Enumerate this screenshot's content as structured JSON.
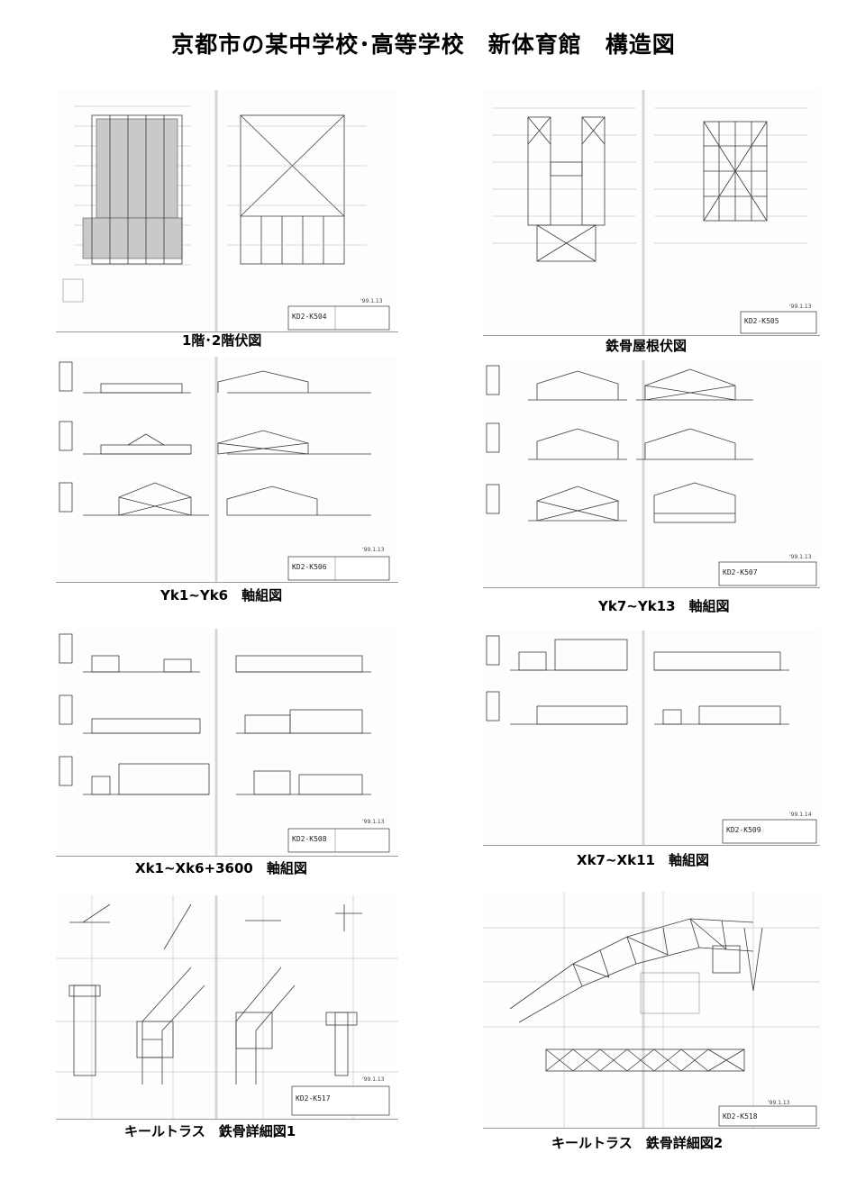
{
  "title": "京都市の某中学校･高等学校　新体育館　構造図",
  "sheets": [
    {
      "caption": "1階･2階伏図",
      "code": "KD2-K504",
      "date": "'99.1.13"
    },
    {
      "caption": "鉄骨屋根伏図",
      "code": "KD2-K505",
      "date": "'99.1.13"
    },
    {
      "caption": "Yk1~Yk6　軸組図",
      "code": "KD2-K506",
      "date": "'99.1.13"
    },
    {
      "caption": "Yk7~Yk13　軸組図",
      "code": "KD2-K507",
      "date": "'99.1.13"
    },
    {
      "caption": "Xk1~Xk6+3600　軸組図",
      "code": "KD2-K508",
      "date": "'99.1.13"
    },
    {
      "caption": "Xk7~Xk11　軸組図",
      "code": "KD2-K509",
      "date": "'99.1.14"
    },
    {
      "caption": "キールトラス　鉄骨詳細図1",
      "code": "KD2-K517",
      "date": "'99.1.13"
    },
    {
      "caption": "キールトラス　鉄骨詳細図2",
      "code": "KD2-K518",
      "date": "'99.1.13"
    }
  ]
}
